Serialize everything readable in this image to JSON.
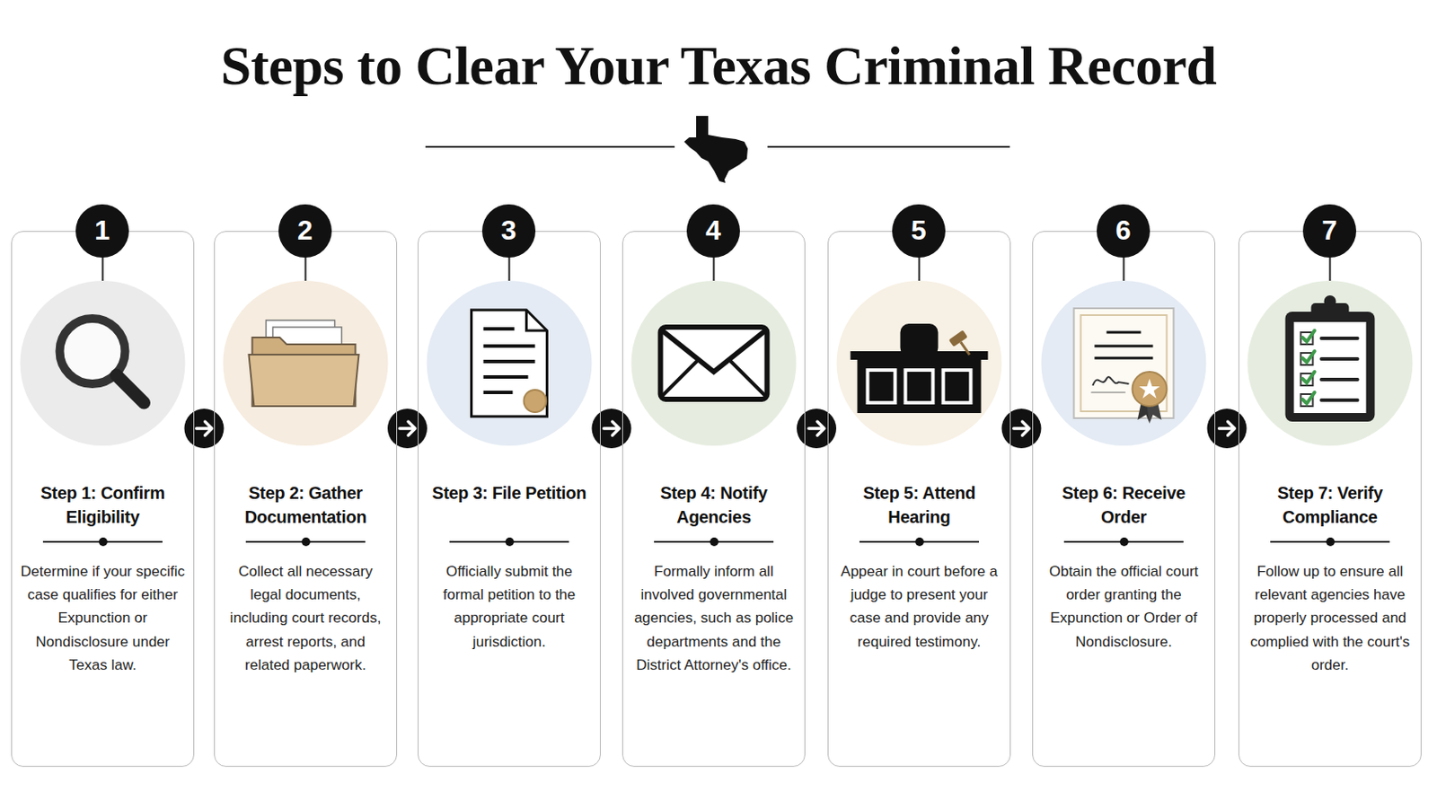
{
  "diagram": {
    "title": "Steps to Clear Your Texas Criminal Record",
    "nodes": [
      {
        "text": [
          "Step 1: Confirm Eligibility",
          "Determine if your specific case qualifies for either Expunction or Nondisclosure under Texas law."
        ]
      },
      {
        "text": [
          "1"
        ],
        "in": 0
      },
      {
        "text": [
          "Step 2: Gather Documentation",
          "Collect all necessary legal documents, including court records, arrest reports, and related paperwork."
        ]
      },
      {
        "text": [
          "2"
        ],
        "in": 2
      },
      {
        "text": [
          "Step 3: File Petition",
          "Officially submit the formal petition to the appropriate court jurisdiction."
        ]
      },
      {
        "text": [
          "3"
        ],
        "in": 4
      },
      {
        "text": [
          "Step 4: Notify Agencies",
          "Formally inform all involved governmental agencies, such as police departments and the District Attorney's office."
        ]
      },
      {
        "text": [
          "4"
        ],
        "in": 6
      },
      {
        "text": [
          "Step 5: Attend Hearing",
          "Appear in court before a judge to present your case and provide any required testimony."
        ]
      },
      {
        "text": [
          "5"
        ],
        "in": 8
      },
      {
        "text": [
          "Step 6: Receive Order",
          "Obtain the official court order granting the Expunction or Order of Nondisclosure."
        ]
      },
      {
        "text": [
          "6"
        ],
        "in": 10
      },
      {
        "text": [
          "Step 7: Verify Compliance",
          "Follow up to ensure all relevant agencies have properly processed and complied with the court's order."
        ]
      },
      {
        "text": [
          "7"
        ],
        "in": 12
      }
    ],
    "edges": [
      {
        "from": 0,
        "to": 2,
        "arrow": "to"
      },
      {
        "from": 2,
        "to": 4,
        "arrow": "to"
      },
      {
        "from": 4,
        "to": 6,
        "arrow": "to"
      },
      {
        "from": 6,
        "to": 8,
        "arrow": "to"
      },
      {
        "from": 8,
        "to": 10,
        "arrow": "to"
      },
      {
        "from": 10,
        "to": 12,
        "arrow": "to"
      }
    ]
  }
}
